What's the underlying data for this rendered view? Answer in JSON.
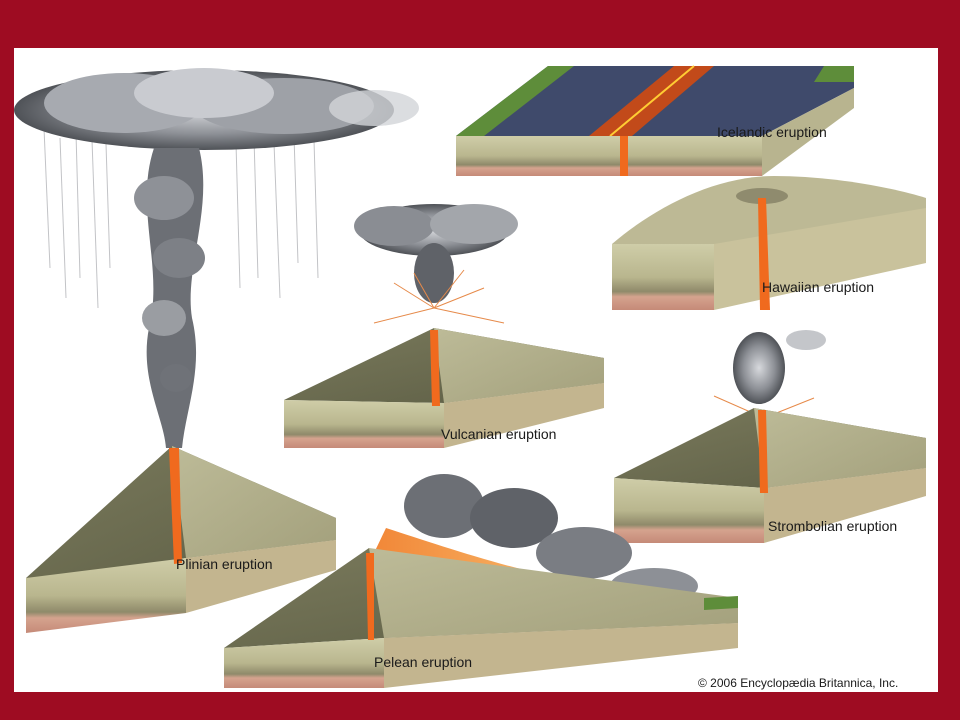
{
  "diagram": {
    "eruptions": {
      "icelandic": "Icelandic eruption",
      "hawaiian": "Hawaiian eruption",
      "vulcanian": "Vulcanian eruption",
      "strombolian": "Strombolian eruption",
      "plinian": "Plinian eruption",
      "pelean": "Pelean eruption"
    },
    "copyright": "© 2006 Encyclopædia Britannica, Inc."
  },
  "colors": {
    "frame": "#9e0c22",
    "lava": "#f06a1e",
    "rock": "#c8c6a0",
    "ash": "#6b6e74"
  }
}
